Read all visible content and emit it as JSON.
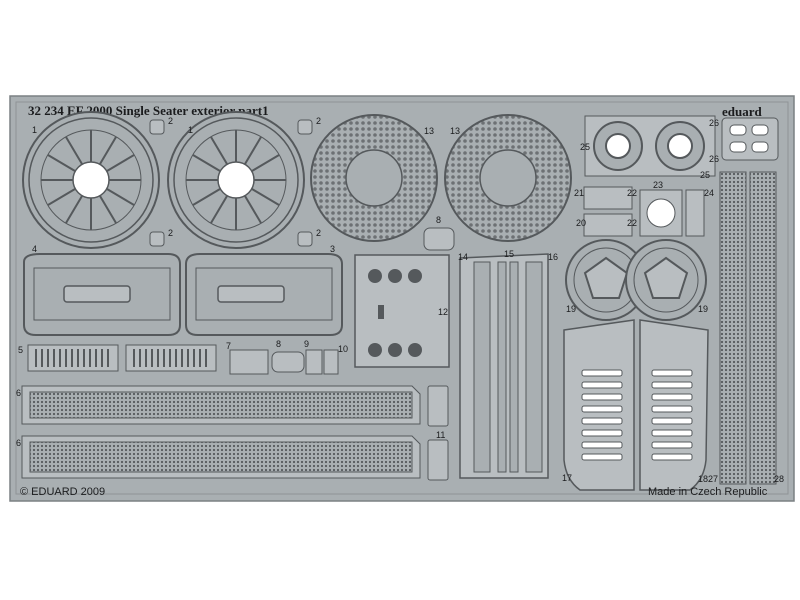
{
  "sheet": {
    "title": "32 234   EF 2000 Single Seater exterior    part1",
    "brand": "eduard",
    "copyright": "© EDUARD 2009",
    "origin": "Made in Czech Republic"
  },
  "colors": {
    "background": "#ffffff",
    "fret": "#a9afb2",
    "fret_light": "#b9bec1",
    "line": "#55595c",
    "dark": "#1b1c1e"
  },
  "part_numbers": [
    "1",
    "2",
    "2",
    "1",
    "2",
    "2",
    "13",
    "13",
    "25",
    "26",
    "26",
    "25",
    "21",
    "22",
    "23",
    "24",
    "20",
    "22",
    "4",
    "3",
    "8",
    "12",
    "14",
    "15",
    "16",
    "19",
    "19",
    "5",
    "7",
    "8",
    "9",
    "10",
    "6",
    "6",
    "11",
    "17",
    "18",
    "27",
    "28"
  ]
}
